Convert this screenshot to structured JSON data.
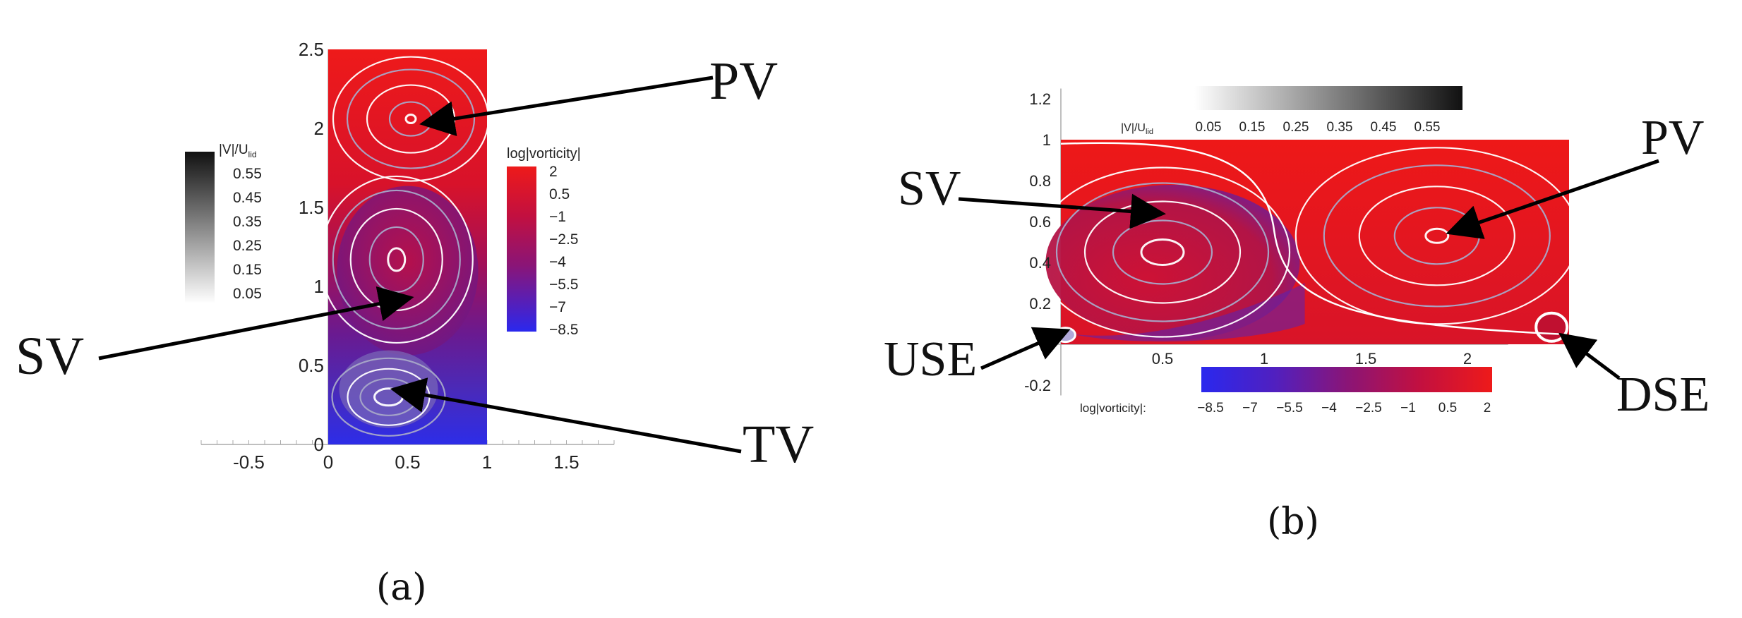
{
  "chart_data": [
    {
      "type": "heatmap",
      "panel_label": "(a)",
      "title": "",
      "xlabel": "",
      "ylabel": "",
      "xlim": [
        -0.8,
        1.8
      ],
      "ylim": [
        0,
        2.5
      ],
      "x_ticks": [
        "-0.5",
        "0",
        "0.5",
        "1",
        "1.5"
      ],
      "y_ticks": [
        "0",
        "0.5",
        "1",
        "1.5",
        "2",
        "2.5"
      ],
      "domain": {
        "x": [
          0,
          1
        ],
        "y": [
          0,
          2.5
        ]
      },
      "colorbar_speed": {
        "label": "|V|/U",
        "label_sub": "lid",
        "ticks": [
          "0.55",
          "0.45",
          "0.35",
          "0.25",
          "0.15",
          "0.05"
        ]
      },
      "colorbar_vorticity": {
        "label": "log|vorticity|",
        "ticks": [
          "2",
          "0.5",
          "−1",
          "−2.5",
          "−4",
          "−5.5",
          "−7",
          "−8.5"
        ],
        "colors": [
          "#e8141c",
          "#c01040",
          "#8a1577",
          "#5b18a8",
          "#2a28e8"
        ]
      },
      "vortices": [
        {
          "label": "PV",
          "center": [
            0.52,
            2.06
          ]
        },
        {
          "label": "SV",
          "center": [
            0.43,
            1.17
          ]
        },
        {
          "label": "TV",
          "center": [
            0.38,
            0.3
          ]
        }
      ]
    },
    {
      "type": "heatmap",
      "panel_label": "(b)",
      "title": "",
      "xlabel": "",
      "ylabel": "",
      "xlim": [
        -0.05,
        2.35
      ],
      "ylim": [
        -0.25,
        1.25
      ],
      "x_ticks": [
        "0.5",
        "1",
        "1.5",
        "2"
      ],
      "y_ticks": [
        "-0.2",
        "0",
        "0.2",
        "0.4",
        "0.6",
        "0.8",
        "1",
        "1.2"
      ],
      "domain": {
        "x": [
          0,
          2.5
        ],
        "y": [
          0,
          1
        ]
      },
      "colorbar_speed": {
        "label": "|V|/U",
        "label_sub": "lid",
        "ticks": [
          "0.05",
          "0.15",
          "0.25",
          "0.35",
          "0.45",
          "0.55"
        ]
      },
      "colorbar_vorticity": {
        "label": "log|vorticity|:",
        "ticks": [
          "−8.5",
          "−7",
          "−5.5",
          "−4",
          "−2.5",
          "−1",
          "0.5",
          "2"
        ],
        "colors": [
          "#2a28e8",
          "#5b18a8",
          "#8a1577",
          "#c01040",
          "#e8141c"
        ]
      },
      "vortices": [
        {
          "label": "PV",
          "center": [
            1.85,
            0.53
          ]
        },
        {
          "label": "SV",
          "center": [
            0.5,
            0.45
          ]
        },
        {
          "label": "USE",
          "center": [
            0.05,
            0.06
          ]
        },
        {
          "label": "DSE",
          "center": [
            2.4,
            0.07
          ]
        }
      ]
    }
  ]
}
